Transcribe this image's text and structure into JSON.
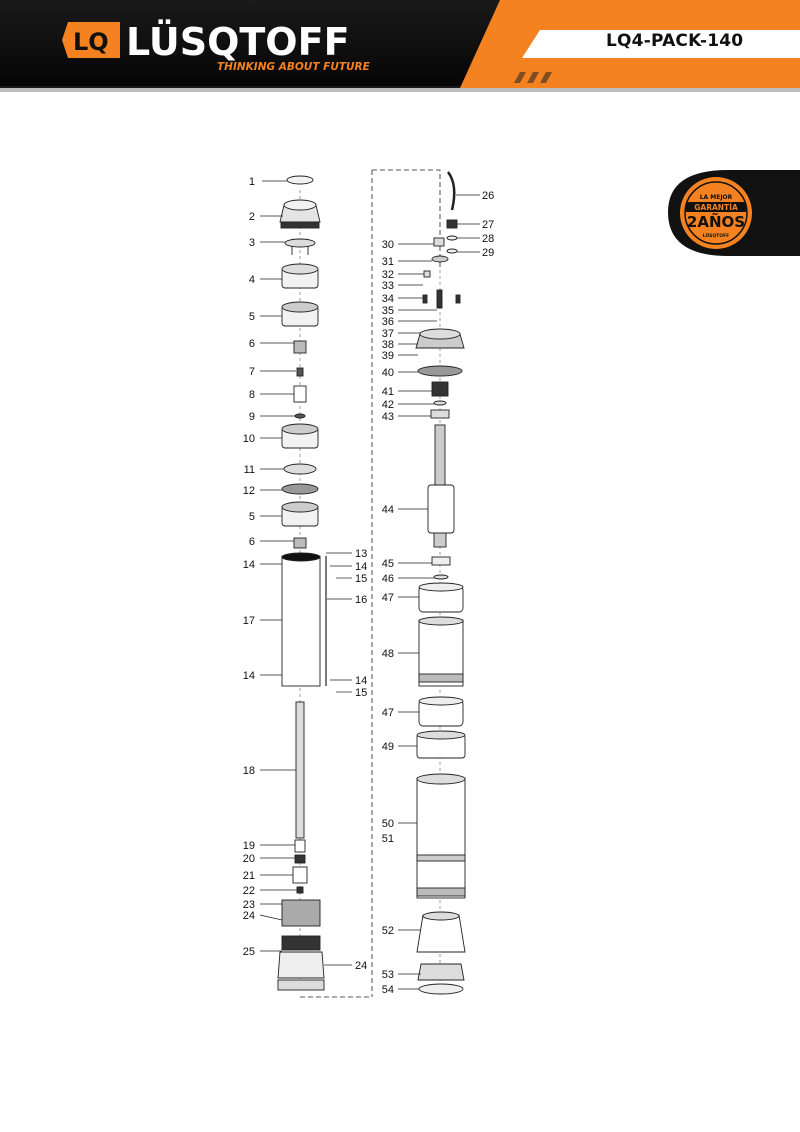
{
  "header": {
    "brand": "LÜSQTOFF",
    "logo_mark": "LQ",
    "tagline": "THINKING ABOUT FUTURE",
    "model": "LQ4-PACK-140"
  },
  "badge": {
    "line1": "LA MEJOR",
    "line2": "GARANTÍA",
    "line3": "2AÑOS",
    "line4": "LÜSQTOFF"
  },
  "colors": {
    "brand_orange": "#f58220",
    "header_black": "#111111"
  },
  "labels": {
    "n1": "1",
    "n2": "2",
    "n3": "3",
    "n4": "4",
    "n5a": "5",
    "n6a": "6",
    "n7": "7",
    "n8": "8",
    "n9": "9",
    "n10": "10",
    "n11": "11",
    "n12": "12",
    "n5b": "5",
    "n6b": "6",
    "n13": "13",
    "n14a": "14",
    "n14b": "14",
    "n15a": "15",
    "n16": "16",
    "n17": "17",
    "n14c": "14",
    "n14d": "14",
    "n15b": "15",
    "n18": "18",
    "n19": "19",
    "n20": "20",
    "n21": "21",
    "n22": "22",
    "n23": "23",
    "n24a": "24",
    "n25": "25",
    "n24b": "24",
    "n26": "26",
    "n27": "27",
    "n28": "28",
    "n29": "29",
    "n30": "30",
    "n31": "31",
    "n32": "32",
    "n33": "33",
    "n34": "34",
    "n35": "35",
    "n36": "36",
    "n37": "37",
    "n38": "38",
    "n39": "39",
    "n40": "40",
    "n41": "41",
    "n42": "42",
    "n43": "43",
    "n44": "44",
    "n45": "45",
    "n46": "46",
    "n47a": "47",
    "n48": "48",
    "n47b": "47",
    "n49": "49",
    "n50": "50",
    "n51": "51",
    "n52": "52",
    "n53": "53",
    "n54": "54"
  }
}
